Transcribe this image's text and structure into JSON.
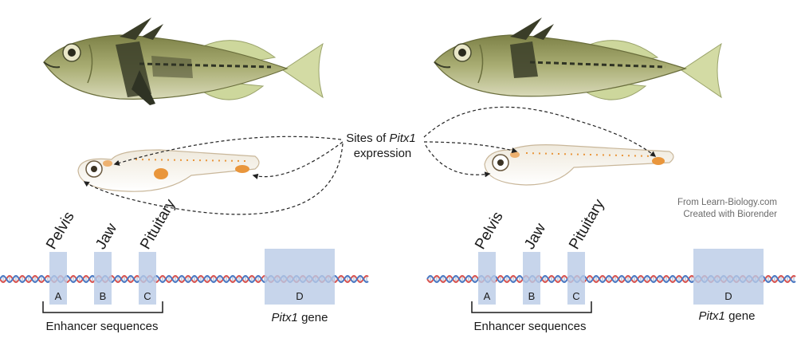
{
  "center_label": {
    "line1_prefix": "Sites of ",
    "line1_gene": "Pitx1",
    "line2": "expression"
  },
  "credit": {
    "line1": "From Learn-Biology.com",
    "line2": "Created with Biorender"
  },
  "left_panel": {
    "rotated_labels": {
      "pelvis": "Pelvis",
      "jaw": "Jaw",
      "pituitary": "Pituitary"
    },
    "boxes": {
      "a": "A",
      "b": "B",
      "c": "C",
      "d": "D"
    },
    "enhancer_label": "Enhancer sequences",
    "gene_name": "Pitx1",
    "gene_suffix": " gene"
  },
  "right_panel": {
    "rotated_labels": {
      "pelvis": "Pelvis",
      "jaw": "Jaw",
      "pituitary": "Pituitary"
    },
    "boxes": {
      "a": "A",
      "b": "B",
      "c": "C",
      "d": "D"
    },
    "enhancer_label": "Enhancer sequences",
    "gene_name": "Pitx1",
    "gene_suffix": " gene"
  },
  "colors": {
    "fish_body": "#a2a56a",
    "fish_dark": "#2f3324",
    "fin": "#c9d49a",
    "larva_body": "#f2eee6",
    "expression": "#e9963c",
    "enhancer_box": "#b9cbe6",
    "dna_red": "#d9534f",
    "dna_blue": "#4a78c2"
  }
}
